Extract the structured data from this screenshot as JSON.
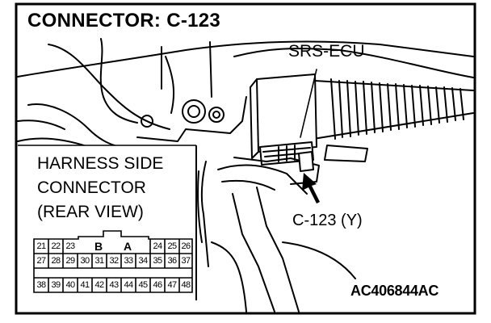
{
  "title": "CONNECTOR: C-123",
  "labels": {
    "srs_ecu": "SRS-ECU",
    "connector_id": "C-123 (Y)",
    "figure_code": "AC406844AC"
  },
  "harness_note": {
    "line1": "HARNESS SIDE",
    "line2": "CONNECTOR",
    "line3": "(REAR VIEW)"
  },
  "pinout": {
    "row1_left": [
      "21",
      "22",
      "23"
    ],
    "row1_right": [
      "24",
      "25",
      "26"
    ],
    "row2": [
      "27",
      "28",
      "29",
      "30",
      "31",
      "32",
      "33",
      "34",
      "35",
      "36",
      "37"
    ],
    "row3": [
      "38",
      "39",
      "40",
      "41",
      "42",
      "43",
      "44",
      "45",
      "46",
      "47",
      "48"
    ],
    "key_b": "B",
    "key_a": "A"
  }
}
